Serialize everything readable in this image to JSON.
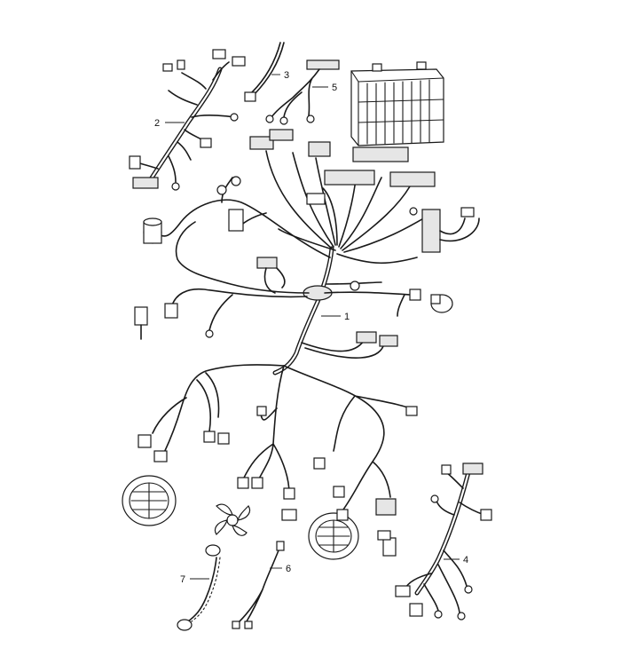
{
  "callouts": [
    "1",
    "2",
    "3",
    "4",
    "5",
    "6",
    "7"
  ],
  "icons": {
    "fuse_box": "fuse-relay-box-icon",
    "headlight": "headlight-icon",
    "fan": "fan-icon",
    "horn": "horn-icon",
    "sensor": "sensor-icon"
  }
}
